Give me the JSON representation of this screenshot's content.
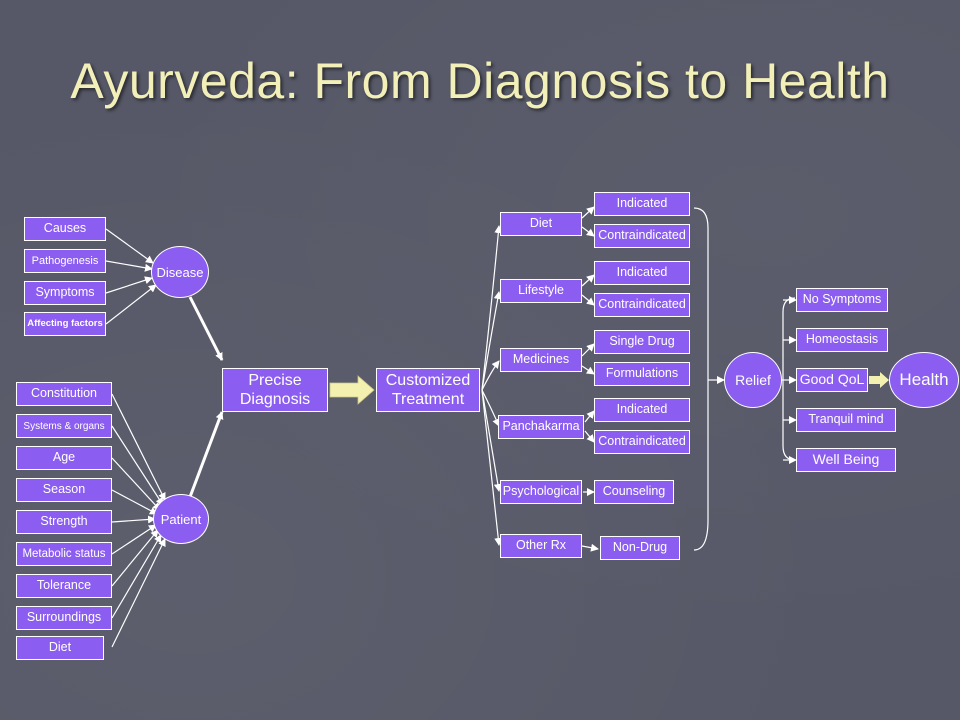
{
  "title": "Ayurveda: From Diagnosis to Health",
  "colors": {
    "node_fill": "#8b5df0",
    "node_border": "#ffffff",
    "title": "#f2efb8",
    "background": "#565867",
    "fat_arrow": "#f4f1b0"
  },
  "disease_factors": [
    "Causes",
    "Pathogenesis",
    "Symptoms",
    "Affecting factors"
  ],
  "disease": "Disease",
  "patient_factors": [
    "Constitution",
    "Systems & organs",
    "Age",
    "Season",
    "Strength",
    "Metabolic status",
    "Tolerance",
    "Surroundings",
    "Diet"
  ],
  "patient": "Patient",
  "precise_diagnosis": "Precise Diagnosis",
  "customized_treatment": "Customized Treatment",
  "treatments": [
    "Diet",
    "Lifestyle",
    "Medicines",
    "Panchakarma",
    "Psychological",
    "Other Rx"
  ],
  "treatment_options": {
    "diet": [
      "Indicated",
      "Contraindicated"
    ],
    "lifestyle": [
      "Indicated",
      "Contraindicated"
    ],
    "medicines": [
      "Single Drug",
      "Formulations"
    ],
    "panchakarma": [
      "Indicated",
      "Contraindicated"
    ],
    "psychological": [
      "Counseling"
    ],
    "other_rx": [
      "Non-Drug"
    ]
  },
  "relief": "Relief",
  "outcomes": [
    "No Symptoms",
    "Homeostasis",
    "Good QoL",
    "Tranquil mind",
    "Well Being"
  ],
  "health": "Health"
}
